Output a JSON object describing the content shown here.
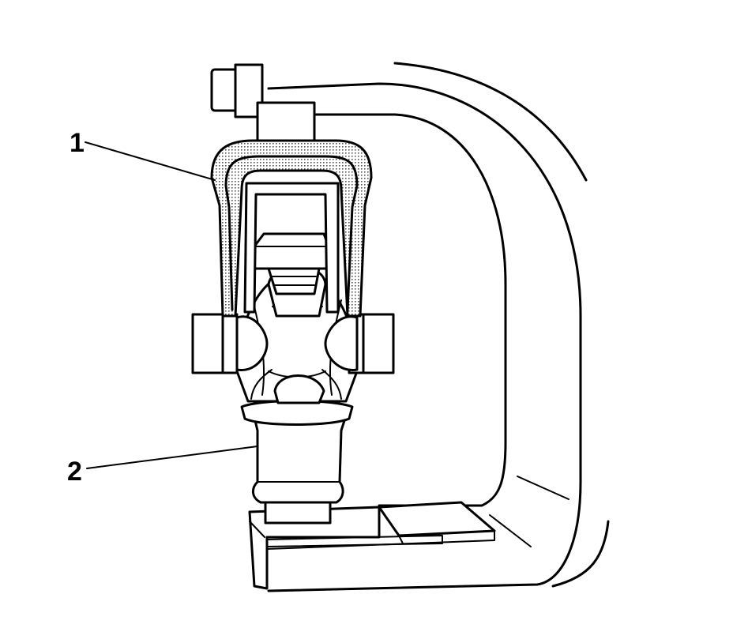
{
  "callouts": [
    {
      "id": "1",
      "label": "1"
    },
    {
      "id": "2",
      "label": "2"
    }
  ],
  "colors": {
    "line": "#000000",
    "background": "#ffffff",
    "shading": "#d9d9d9"
  }
}
